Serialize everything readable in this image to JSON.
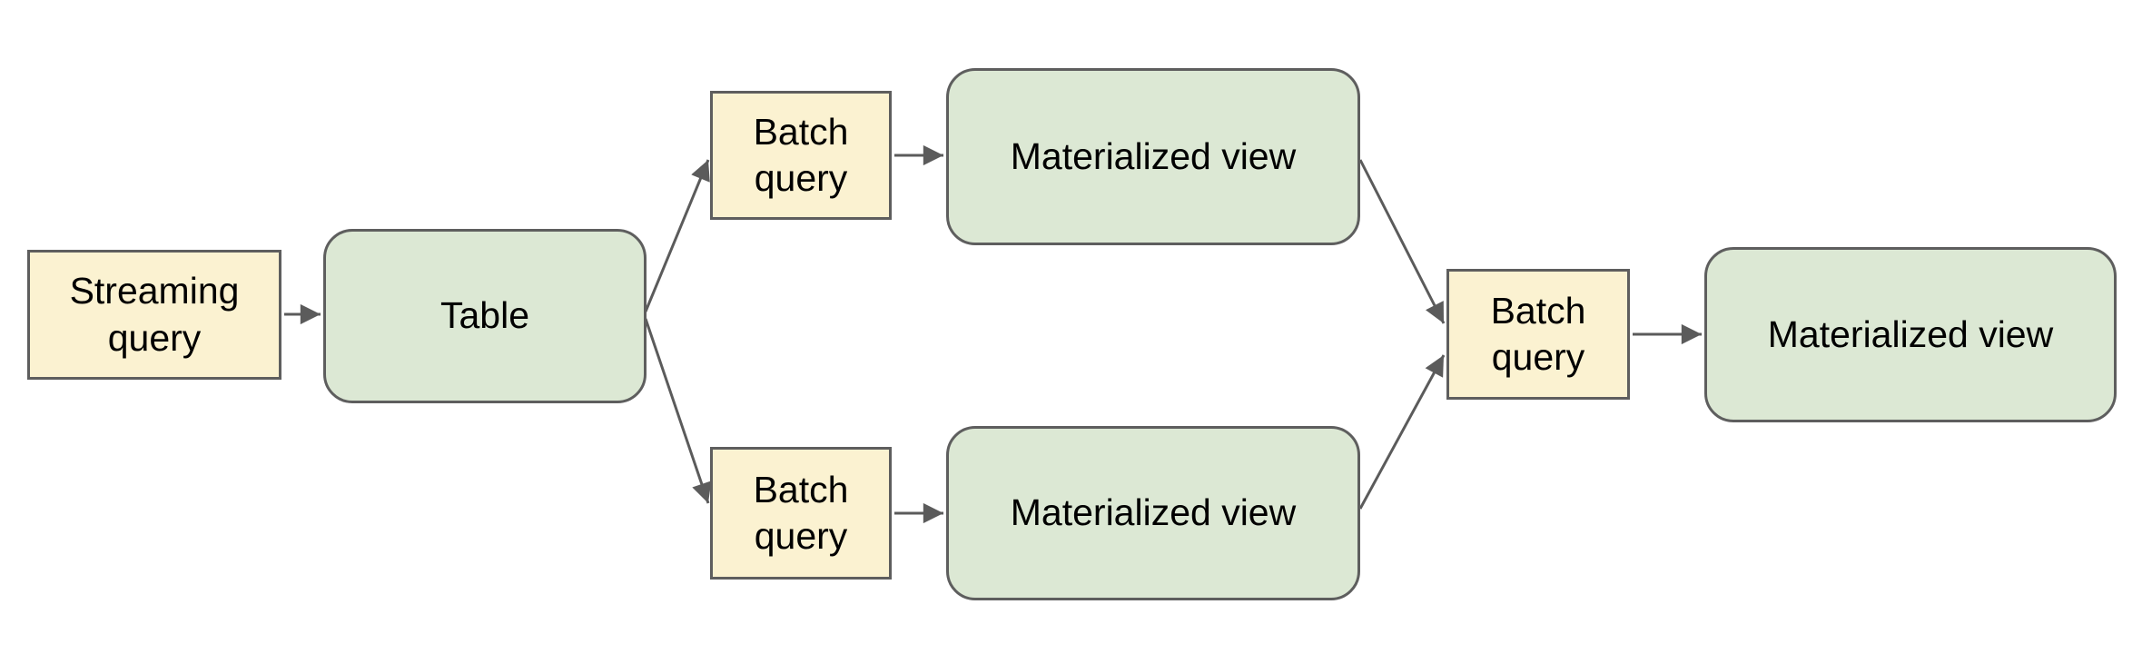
{
  "diagram": {
    "type": "flowchart",
    "title": "",
    "colors": {
      "query_fill": "#fbf2d1",
      "query_border": "#5e5e5e",
      "view_fill": "#dce8d4",
      "view_border": "#5e5e5e",
      "arrow": "#5b5b5b",
      "text": "#000000",
      "background": "#ffffff"
    },
    "nodes": {
      "streaming_query": {
        "label": "Streaming query",
        "kind": "query"
      },
      "table": {
        "label": "Table",
        "kind": "view"
      },
      "batch_query_top": {
        "label": "Batch query",
        "kind": "query"
      },
      "materialized_view_top": {
        "label": "Materialized view",
        "kind": "view"
      },
      "batch_query_bottom": {
        "label": "Batch query",
        "kind": "query"
      },
      "materialized_view_bottom": {
        "label": "Materialized view",
        "kind": "view"
      },
      "batch_query_right": {
        "label": "Batch query",
        "kind": "query"
      },
      "materialized_view_right": {
        "label": "Materialized view",
        "kind": "view"
      }
    },
    "edges": [
      {
        "from": "streaming_query",
        "to": "table"
      },
      {
        "from": "table",
        "to": "batch_query_top"
      },
      {
        "from": "table",
        "to": "batch_query_bottom"
      },
      {
        "from": "batch_query_top",
        "to": "materialized_view_top"
      },
      {
        "from": "batch_query_bottom",
        "to": "materialized_view_bottom"
      },
      {
        "from": "materialized_view_top",
        "to": "batch_query_right"
      },
      {
        "from": "materialized_view_bottom",
        "to": "batch_query_right"
      },
      {
        "from": "batch_query_right",
        "to": "materialized_view_right"
      }
    ]
  }
}
